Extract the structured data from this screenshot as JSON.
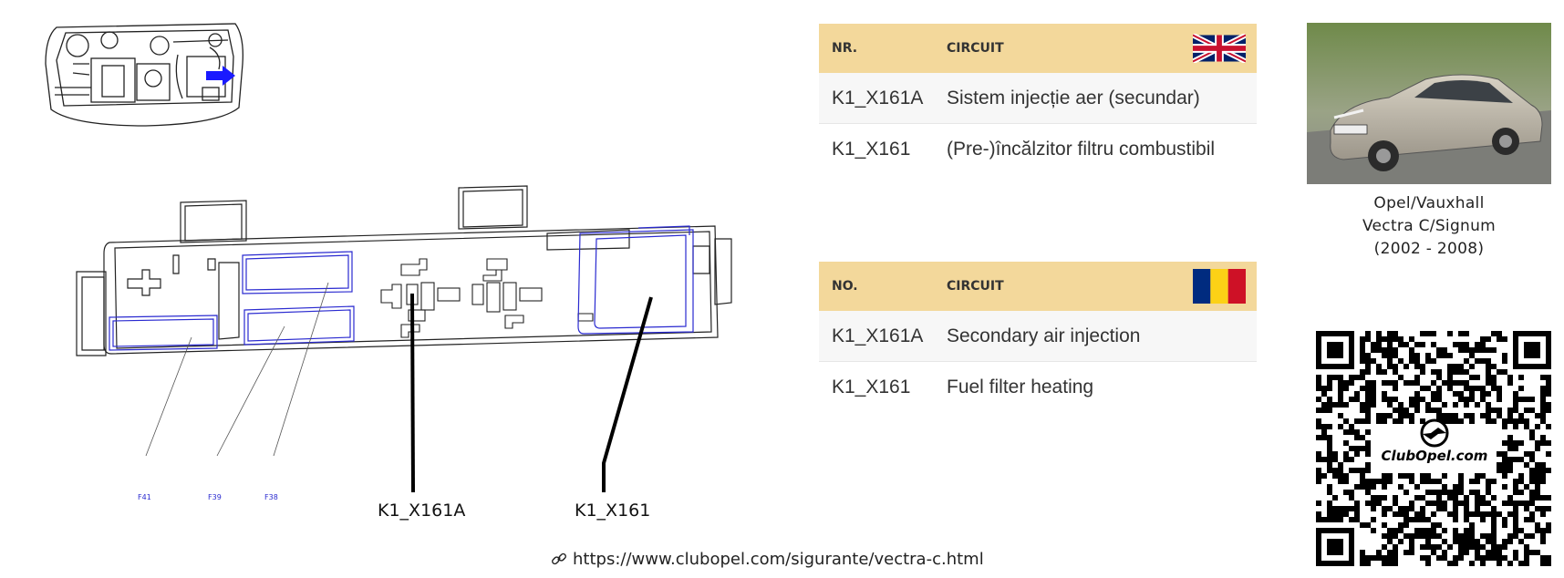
{
  "diagram": {
    "callouts": [
      "K1_X161A",
      "K1_X161"
    ],
    "fuse_labels": [
      "F41",
      "F39",
      "F38"
    ]
  },
  "tables": [
    {
      "flag": "uk-flag-icon",
      "header": {
        "nr": "NR.",
        "circuit": "CIRCUIT"
      },
      "rows": [
        {
          "id": "K1_X161A",
          "desc": "Sistem injecție aer (secundar)"
        },
        {
          "id": "K1_X161",
          "desc": "(Pre-)încălzitor filtru combustibil"
        }
      ]
    },
    {
      "flag": "romania-flag-icon",
      "header": {
        "nr": "NO.",
        "circuit": "CIRCUIT"
      },
      "rows": [
        {
          "id": "K1_X161A",
          "desc": "Secondary air injection"
        },
        {
          "id": "K1_X161",
          "desc": "Fuel filter heating"
        }
      ]
    }
  ],
  "car": {
    "caption_line1": "Opel/Vauxhall",
    "caption_line2": "Vectra C/Signum",
    "caption_line3": "(2002 - 2008)"
  },
  "qr": {
    "logo_text": "ClubOpel.com"
  },
  "footer": {
    "url": "https://www.clubopel.com/sigurante/vectra-c.html",
    "icon": "link-icon"
  },
  "colors": {
    "table_header": "#f3d89b",
    "diagram_blue": "#2a2ad0",
    "arrow_blue": "#1a1aff"
  }
}
